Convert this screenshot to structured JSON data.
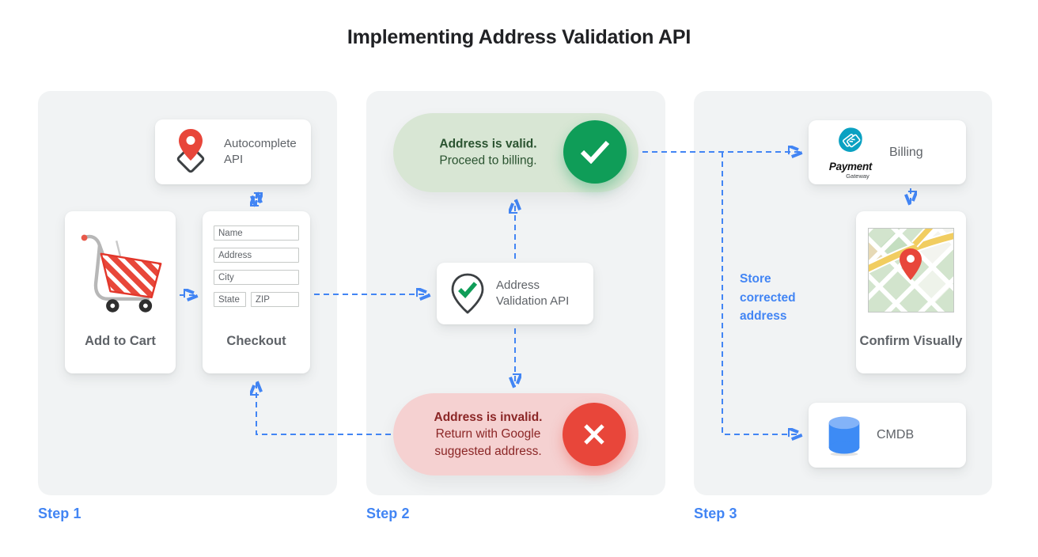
{
  "title": "Implementing Address Validation API",
  "steps": [
    {
      "label": "Step 1"
    },
    {
      "label": "Step 2"
    },
    {
      "label": "Step 3"
    }
  ],
  "step1": {
    "autocomplete_api": {
      "label": "Autocomplete API",
      "icon": "map-pin-diamond-icon"
    },
    "add_to_cart": {
      "label": "Add to Cart",
      "icon": "shopping-cart-icon"
    },
    "checkout": {
      "label": "Checkout",
      "fields": [
        "Name",
        "Address",
        "City",
        "State",
        "ZIP"
      ]
    }
  },
  "step2": {
    "valid": {
      "title": "Address is valid.",
      "subtitle": "Proceed to billing.",
      "icon": "check-circle-icon"
    },
    "validation_api": {
      "label": "Address Validation API",
      "icon": "map-pin-check-icon"
    },
    "invalid": {
      "title": "Address is invalid.",
      "subtitle": "Return with Google suggested address.",
      "icon": "x-circle-icon"
    }
  },
  "step3": {
    "billing": {
      "label": "Billing",
      "logo_title": "Payment",
      "logo_subtitle": "Gateway",
      "icon": "payment-gateway-logo"
    },
    "confirm_visually": {
      "label": "Confirm Visually",
      "icon": "map-thumbnail"
    },
    "cmdb": {
      "label": "CMDB",
      "icon": "database-cylinder-icon"
    },
    "annotation": "Store corrected address"
  },
  "colors": {
    "accent_blue": "#4285f4",
    "green": "#0f9d58",
    "green_pill_bg": "#d8e6d4",
    "green_text": "#2a5330",
    "red": "#e8463a",
    "red_pill_bg": "#f5d1d1",
    "red_text": "#8b2626",
    "panel_bg": "#f1f3f4",
    "card_text": "#5f6368",
    "title_text": "#202124",
    "logo_teal": "#0aa1c2",
    "cmdb_blue": "#3d8bf5"
  }
}
